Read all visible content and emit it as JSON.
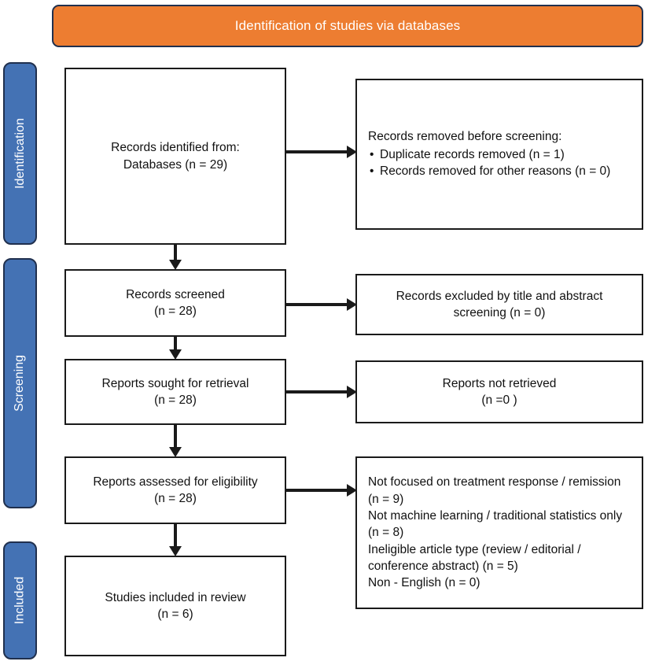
{
  "banner": {
    "title": "Identification of studies via databases"
  },
  "stages": [
    {
      "label": "Identification"
    },
    {
      "label": "Screening"
    },
    {
      "label": "Included"
    }
  ],
  "boxes": {
    "identified": {
      "line1": "Records identified from:",
      "line2": "Databases (n = 29)"
    },
    "removed": {
      "heading": "Records removed before screening:",
      "bullets": [
        "Duplicate records removed (n = 1)",
        "Records removed for other reasons (n = 0)"
      ]
    },
    "screened": {
      "line1": "Records screened",
      "line2": "(n = 28)"
    },
    "excluded": {
      "line1": "Records excluded by title and abstract",
      "line2": "screening (n = 0)"
    },
    "sought": {
      "line1": "Reports sought for retrieval",
      "line2": "(n = 28)"
    },
    "not_retrieved": {
      "line1": "Reports not retrieved",
      "line2": "(n =0 )"
    },
    "assessed": {
      "line1": "Reports assessed for eligibility",
      "line2": "(n = 28)"
    },
    "reasons": {
      "items": [
        "Not focused on treatment response / remission (n = 9)",
        "Not machine learning / traditional statistics only (n = 8)",
        "Ineligible article type (review / editorial / conference abstract) (n = 5)",
        "Non - English (n = 0)"
      ]
    },
    "included": {
      "line1": "Studies included in review",
      "line2": "(n = 6)"
    }
  },
  "colors": {
    "banner_fill": "#ED7D31",
    "stage_fill": "#4472B4",
    "outline": "#20304E",
    "box_border": "#1a1a1a",
    "text": "#111111"
  }
}
